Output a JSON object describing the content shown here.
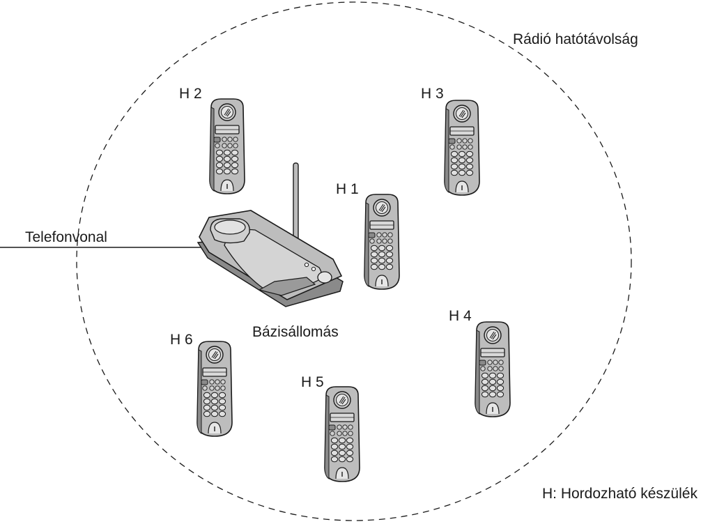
{
  "diagram": {
    "radio_range_label": "Rádió hatótávolság",
    "phone_line_label": "Telefonvonal",
    "base_station_label": "Bázisállomás",
    "legend": "H: Hordozható készülék",
    "handsets": [
      {
        "id": "h1",
        "label": "H 1"
      },
      {
        "id": "h2",
        "label": "H 2"
      },
      {
        "id": "h3",
        "label": "H 3"
      },
      {
        "id": "h4",
        "label": "H 4"
      },
      {
        "id": "h5",
        "label": "H 5"
      },
      {
        "id": "h6",
        "label": "H 6"
      }
    ],
    "colors": {
      "device_fill": "#bdbdbd",
      "device_dark": "#8a8a8a",
      "outline": "#1a1a1a",
      "screen": "#d9d9d9"
    }
  }
}
